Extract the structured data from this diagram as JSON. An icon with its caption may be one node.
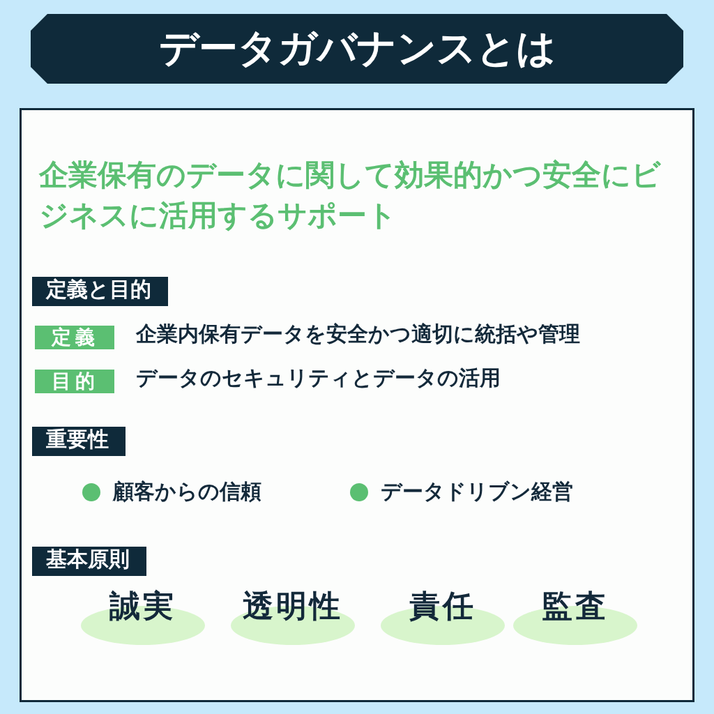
{
  "diagram": {
    "title": "データガバナンスとは",
    "nodes": [
      {
        "text": [
          "定義と目的"
        ]
      },
      {
        "text": [
          "定義"
        ],
        "beside": [
          "企業内保有データを安全かつ適切に統括や管理"
        ]
      },
      {
        "text": [
          "目的"
        ],
        "beside": [
          "データのセキュリティとデータの活用"
        ]
      },
      {
        "text": [
          "重要性"
        ]
      },
      {
        "text": [
          "基本原則"
        ]
      },
      {
        "text": [
          "誠実"
        ]
      },
      {
        "text": [
          "透明性"
        ]
      },
      {
        "text": [
          "責任"
        ]
      },
      {
        "text": [
          "監査"
        ]
      }
    ],
    "edges": [],
    "labels": [
      "企業保有のデータに関して効果的かつ安全にビジネスに活用するサポート",
      "顧客からの信頼",
      "データドリブン経営"
    ]
  }
}
